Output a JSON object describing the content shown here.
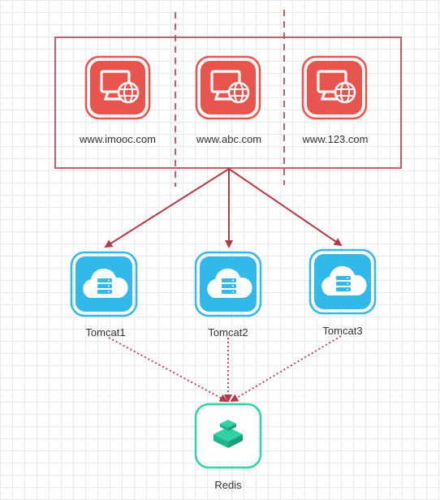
{
  "colors": {
    "site": "#e8554e",
    "tomcat": "#33b8ea",
    "redis": "#2fd3a4",
    "arrow": "#b33a48",
    "box": "#b33a48"
  },
  "sites": [
    {
      "label": "www.imooc.com",
      "icon": "globe-monitor-icon"
    },
    {
      "label": "www.abc.com",
      "icon": "globe-monitor-icon"
    },
    {
      "label": "www.123.com",
      "icon": "globe-monitor-icon"
    }
  ],
  "servers": [
    {
      "label": "Tomcat1",
      "icon": "cloud-server-icon"
    },
    {
      "label": "Tomcat2",
      "icon": "cloud-server-icon"
    },
    {
      "label": "Tomcat3",
      "icon": "cloud-server-icon"
    }
  ],
  "cache": {
    "label": "Redis",
    "icon": "cube-stack-icon"
  }
}
